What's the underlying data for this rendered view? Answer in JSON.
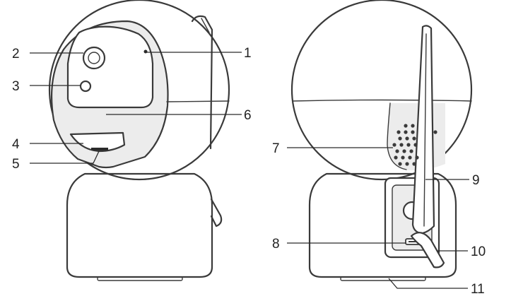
{
  "front_view": {
    "callouts": [
      "1",
      "2",
      "3",
      "4",
      "5",
      "6"
    ]
  },
  "back_view": {
    "callouts": [
      "7",
      "8",
      "9",
      "10",
      "11"
    ]
  }
}
